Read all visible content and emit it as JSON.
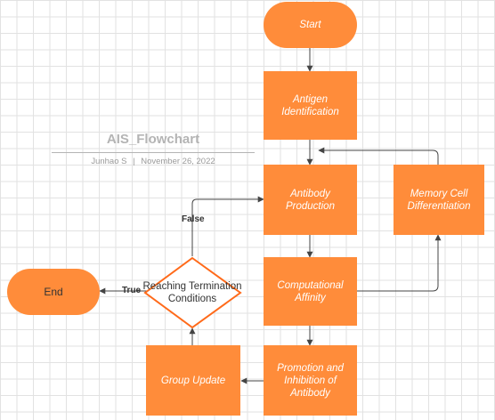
{
  "diagram": {
    "title": "AIS_Flowchart",
    "author": "Junhao S",
    "separator": "|",
    "date": "November 26, 2022",
    "colors": {
      "node_fill": "#ff8c3a",
      "diamond_stroke": "#ff6a1a",
      "edge": "#444444"
    },
    "nodes": {
      "start": "Start",
      "antigen": "Antigen Identification",
      "antibody": "Antibody Production",
      "affinity": "Computational Affinity",
      "promotion": "Promotion and Inhibition of Antibody",
      "group_update": "Group Update",
      "decision": "Reaching Termination Conditions",
      "end": "End",
      "memory": "Memory Cell Differentiation"
    },
    "edge_labels": {
      "false": "False",
      "true": "True"
    }
  }
}
